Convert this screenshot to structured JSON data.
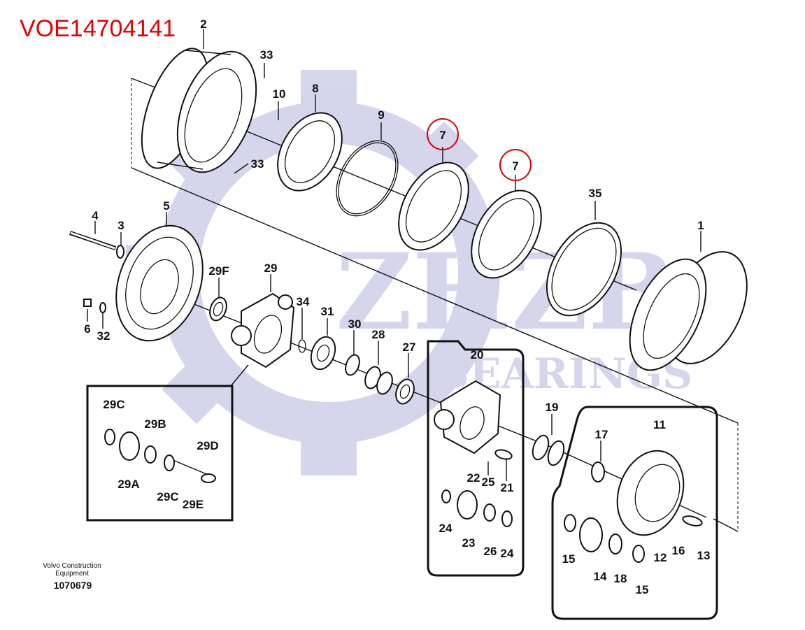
{
  "title": "VOE14704141",
  "watermark": {
    "brand": "ZHZB",
    "subtitle": "BEARINGS",
    "color": "#c7c9e6"
  },
  "footer": {
    "line1": "Volvo Construction",
    "line2": "Equipment",
    "number": "1070679"
  },
  "highlight_color": "#e00000",
  "labels": {
    "p2": "2",
    "p33a": "33",
    "p33b": "33",
    "p10": "10",
    "p8": "8",
    "p9": "9",
    "p7a": "7",
    "p7b": "7",
    "p35": "35",
    "p1": "1",
    "p4": "4",
    "p3": "3",
    "p5": "5",
    "p29F": "29F",
    "p29": "29",
    "p34": "34",
    "p31": "31",
    "p30": "30",
    "p28": "28",
    "p27": "27",
    "p6": "6",
    "p32": "32",
    "p20": "20",
    "p19": "19",
    "p11": "11",
    "p17": "17",
    "p22": "22",
    "p25": "25",
    "p21": "21",
    "p24a": "24",
    "p23": "23",
    "p26": "26",
    "p24b": "24",
    "p15a": "15",
    "p14": "14",
    "p18": "18",
    "p15b": "15",
    "p12": "12",
    "p16": "16",
    "p13": "13",
    "p29C_a": "29C",
    "p29B": "29B",
    "p29D": "29D",
    "p29A": "29A",
    "p29C_b": "29C",
    "p29E": "29E"
  }
}
